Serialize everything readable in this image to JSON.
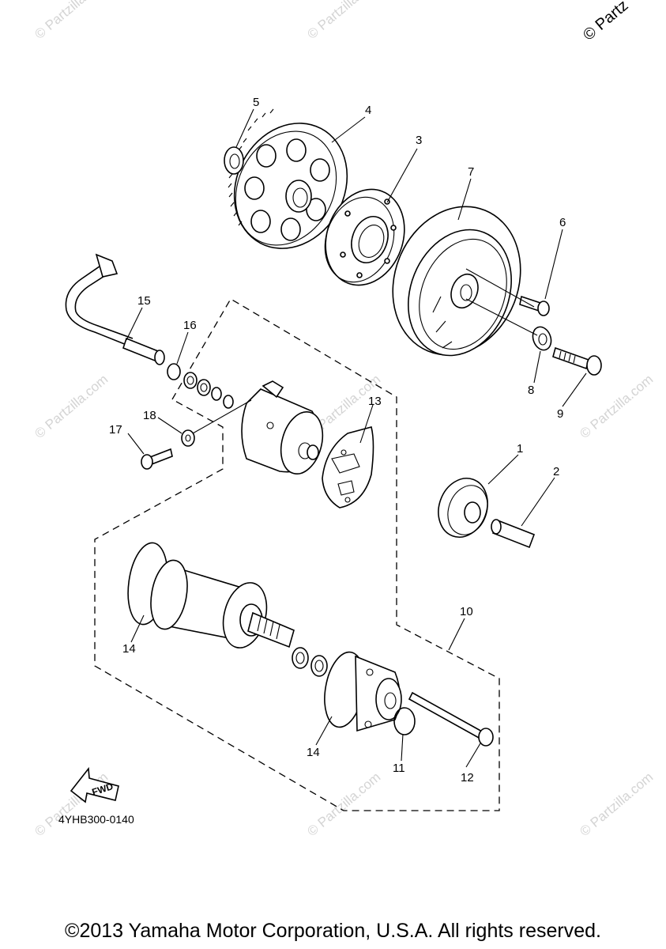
{
  "watermark": {
    "text": "© Partzilla.com",
    "corner_text": "© Partz"
  },
  "diagram_code": "4YHB300-0140",
  "fwd_label": "FWD",
  "copyright": "©2013 Yamaha Motor Corporation, U.S.A. All rights reserved.",
  "callouts": {
    "c1": "1",
    "c2": "2",
    "c3": "3",
    "c4": "4",
    "c5": "5",
    "c6": "6",
    "c7": "7",
    "c8": "8",
    "c9": "9",
    "c10": "10",
    "c11": "11",
    "c12": "12",
    "c13": "13",
    "c14a": "14",
    "c14b": "14",
    "c15": "15",
    "c16": "16",
    "c17": "17",
    "c18": "18"
  }
}
